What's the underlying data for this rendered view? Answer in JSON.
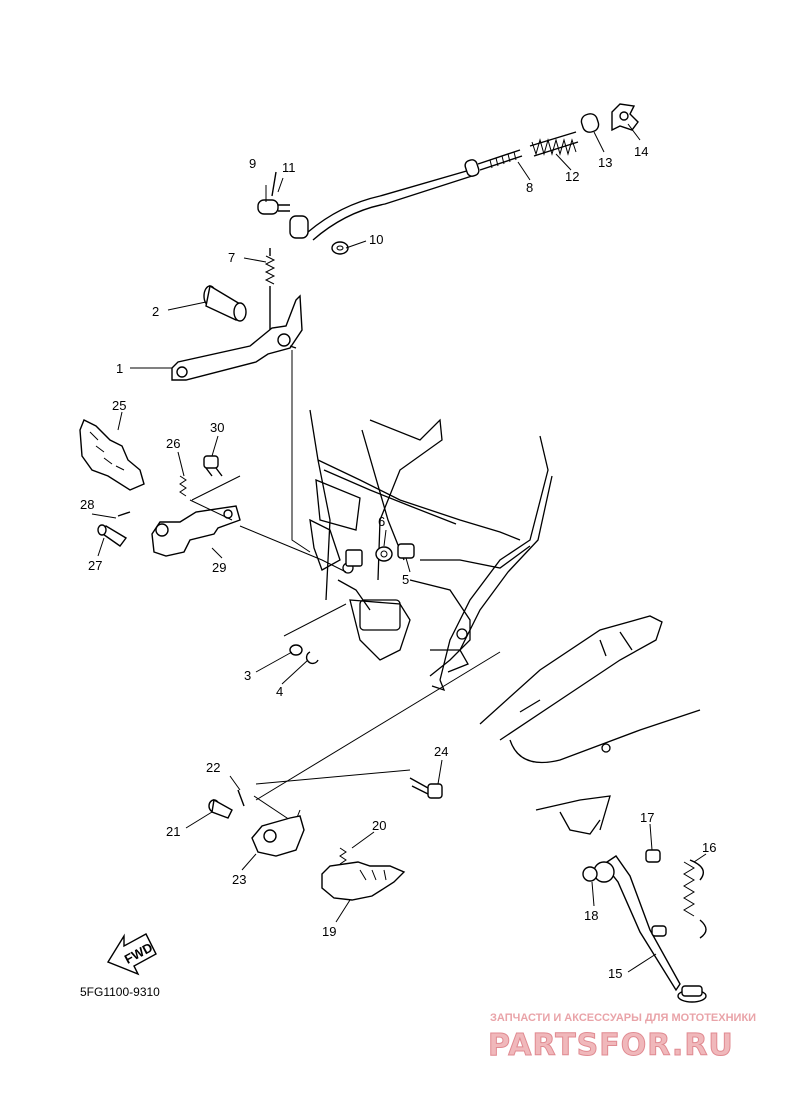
{
  "diagram": {
    "callouts": [
      {
        "number": "1"
      },
      {
        "number": "2"
      },
      {
        "number": "3"
      },
      {
        "number": "4"
      },
      {
        "number": "5"
      },
      {
        "number": "6"
      },
      {
        "number": "7"
      },
      {
        "number": "8"
      },
      {
        "number": "9"
      },
      {
        "number": "10"
      },
      {
        "number": "11"
      },
      {
        "number": "12"
      },
      {
        "number": "13"
      },
      {
        "number": "14"
      },
      {
        "number": "15"
      },
      {
        "number": "16"
      },
      {
        "number": "17"
      },
      {
        "number": "18"
      },
      {
        "number": "19"
      },
      {
        "number": "20"
      },
      {
        "number": "21"
      },
      {
        "number": "22"
      },
      {
        "number": "23"
      },
      {
        "number": "24"
      },
      {
        "number": "25"
      },
      {
        "number": "26"
      },
      {
        "number": "27"
      },
      {
        "number": "28"
      },
      {
        "number": "29"
      },
      {
        "number": "30"
      }
    ],
    "fwd_label": "FWD",
    "diagram_code": "5FG1100-9310"
  },
  "watermark": {
    "tagline": "ЗАПЧАСТИ И АКСЕССУАРЫ ДЛЯ МОТОТЕХНИКИ",
    "brand": "PARTSFOR.RU",
    "color": "#e9a3a8"
  }
}
